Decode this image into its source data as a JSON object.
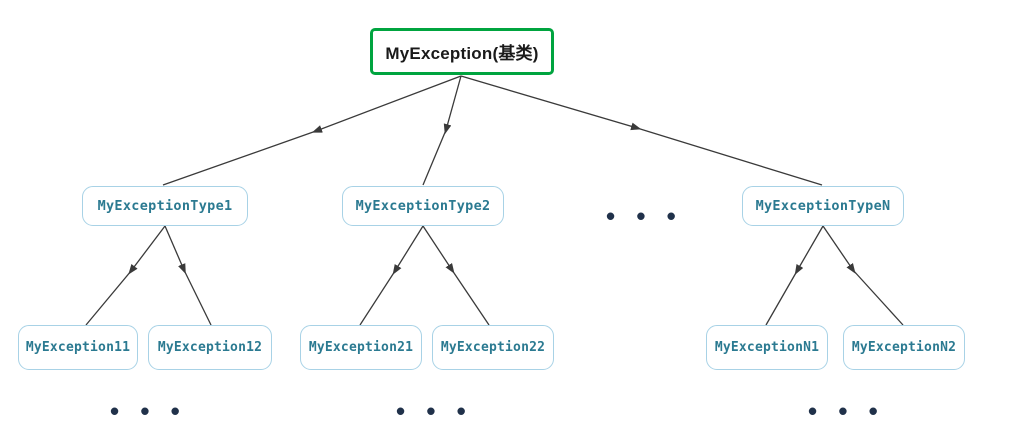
{
  "diagram": {
    "title": "MyException exception class hierarchy",
    "type": "tree",
    "colors": {
      "root_border": "#00a43f",
      "node_border": "#a8d2e6",
      "node_text": "#2b7a91",
      "edge": "#3a3a3a",
      "background": "#ffffff",
      "ellipsis": "#20314a"
    },
    "root": {
      "label": "MyException(基类)"
    },
    "level2": [
      {
        "label": "MyExceptionType1"
      },
      {
        "label": "MyExceptionType2"
      },
      {
        "label": "MyExceptionTypeN"
      }
    ],
    "level3": [
      {
        "label": "MyException11"
      },
      {
        "label": "MyException12"
      },
      {
        "label": "MyException21"
      },
      {
        "label": "MyException22"
      },
      {
        "label": "MyExceptionN1"
      },
      {
        "label": "MyExceptionN2"
      }
    ],
    "ellipses": [
      {
        "label": "• • •",
        "position": "between-type2-and-typeN"
      },
      {
        "label": "• • •",
        "position": "below-type1-children"
      },
      {
        "label": "• • •",
        "position": "below-type2-children"
      },
      {
        "label": "• • •",
        "position": "below-typeN-children"
      }
    ]
  }
}
